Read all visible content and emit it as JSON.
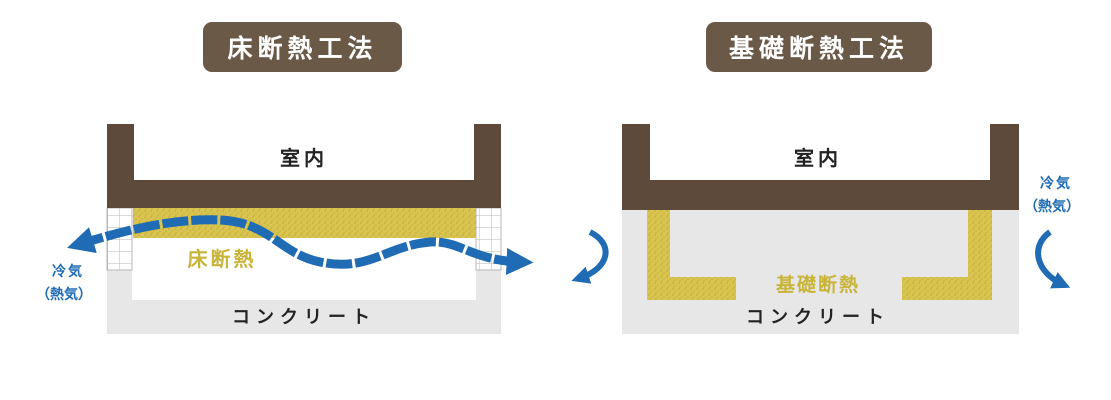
{
  "left_panel": {
    "title": "床断熱工法",
    "room_label": "室内",
    "insulation_label": "床断熱",
    "foundation_label": "コンクリート",
    "air_label_line1": "冷気",
    "air_label_line2": "（熱気）"
  },
  "right_panel": {
    "title": "基礎断熱工法",
    "room_label": "室内",
    "insulation_label": "基礎断熱",
    "foundation_label": "コンクリート",
    "air_label_line1": "冷気",
    "air_label_line2": "（熱気）"
  },
  "colors": {
    "wood_brown": "#5e4a3b",
    "title_bg": "#6b5948",
    "concrete_gray": "#e7e7e7",
    "insulation_yellow": "#d8c44e",
    "airflow_blue": "#1f6cb5",
    "insulation_text": "#c9b43a"
  }
}
